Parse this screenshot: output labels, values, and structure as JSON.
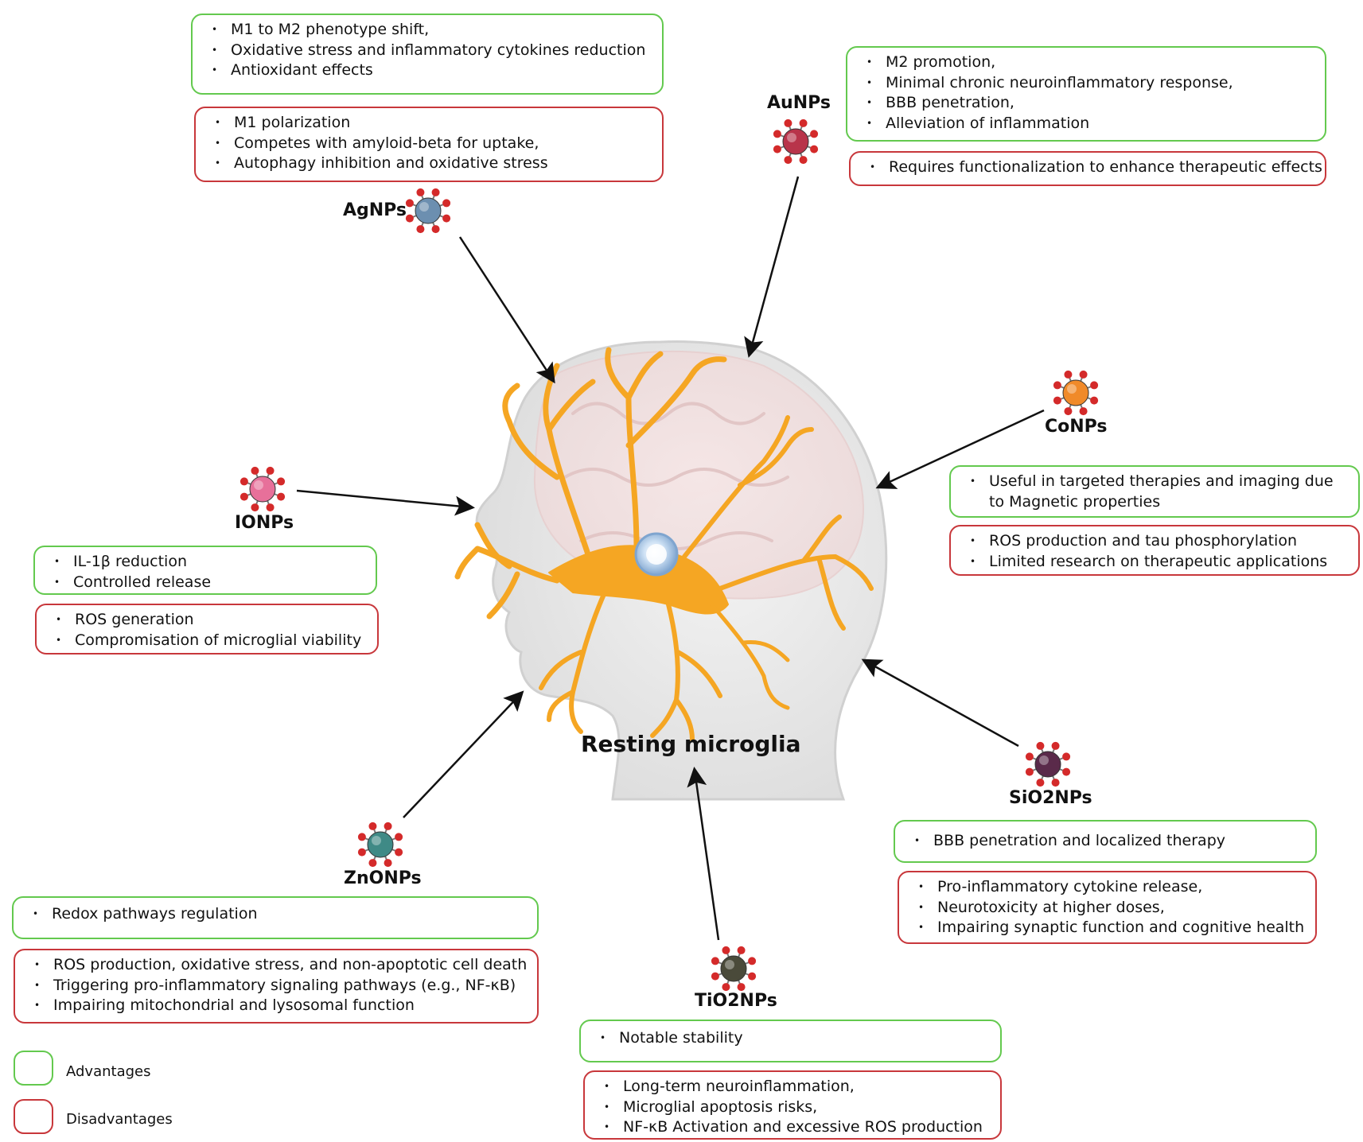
{
  "center_title": "Resting microglia",
  "nanoparticles": {
    "agnps": {
      "label": "AgNPs",
      "color": "#6c8fb0",
      "advantages": [
        "M1 to M2 phenotype shift,",
        "Oxidative stress and inflammatory cytokines reduction",
        "Antioxidant effects"
      ],
      "disadvantages": [
        "M1 polarization",
        "Competes with amyloid-beta for uptake,",
        "Autophagy inhibition and oxidative stress"
      ]
    },
    "aunps": {
      "label": "AuNPs",
      "color": "#b8344a",
      "advantages": [
        "M2 promotion,",
        "Minimal chronic neuroinflammatory response,",
        "BBB penetration,",
        "Alleviation of inflammation"
      ],
      "disadvantages": [
        "Requires functionalization to enhance therapeutic effects"
      ]
    },
    "conps": {
      "label": "CoNPs",
      "color": "#f08a2a",
      "advantages": [
        "Useful in targeted therapies and imaging due to Magnetic properties"
      ],
      "disadvantages": [
        "ROS production and tau phosphorylation",
        "Limited research on therapeutic applications"
      ]
    },
    "ionps": {
      "label": "IONPs",
      "color": "#e7709a",
      "advantages": [
        "IL-1β reduction",
        "Controlled release"
      ],
      "disadvantages": [
        "ROS generation",
        "Compromisation of microglial viability"
      ]
    },
    "sio2nps": {
      "label": "SiO2NPs",
      "color": "#5a2a4a",
      "advantages": [
        "BBB penetration and localized therapy"
      ],
      "disadvantages": [
        "Pro-inflammatory cytokine release,",
        "Neurotoxicity at higher doses,",
        "Impairing synaptic function and cognitive health"
      ]
    },
    "znonps": {
      "label": "ZnONPs",
      "color": "#3f8a86",
      "advantages": [
        "Redox pathways regulation"
      ],
      "disadvantages": [
        "ROS production, oxidative stress, and non-apoptotic cell death",
        "Triggering pro-inflammatory signaling pathways (e.g., NF-κB)",
        "Impairing mitochondrial and lysosomal function"
      ]
    },
    "tio2nps": {
      "label": "TiO2NPs",
      "color": "#4a4a3a",
      "advantages": [
        "Notable stability"
      ],
      "disadvantages": [
        "Long-term neuroinflammation,",
        "Microglial apoptosis risks,",
        "NF-κB Activation and excessive ROS production"
      ]
    }
  },
  "legend": {
    "advantages": "Advantages",
    "disadvantages": "Disadvantages",
    "advantage_color": "#63c94e",
    "disadvantage_color": "#c8373b"
  },
  "colors": {
    "microglia": "#f5a623",
    "nucleus": "#8fb3d9",
    "ligand": "#d42a2a",
    "arrow": "#111111"
  }
}
